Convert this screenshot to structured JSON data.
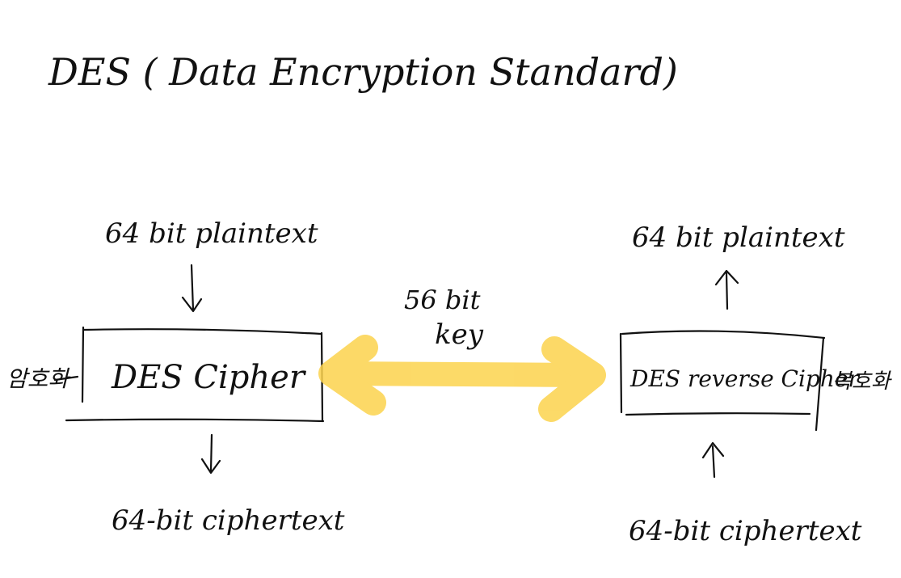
{
  "title": "DES ( Data Encryption Standard)",
  "left": {
    "input_label": "64 bit plaintext",
    "side_label": "암호화",
    "box_label": "DES Cipher",
    "output_label": "64-bit ciphertext"
  },
  "key": {
    "line1": "56 bit",
    "line2": "key"
  },
  "right": {
    "output_label": "64 bit plaintext",
    "box_label": "DES reverse Cipher",
    "side_label": "복호화",
    "input_label": "64-bit ciphertext"
  },
  "colors": {
    "ink": "#111111",
    "highlight": "#fcd34d",
    "paper": "#ffffff"
  }
}
